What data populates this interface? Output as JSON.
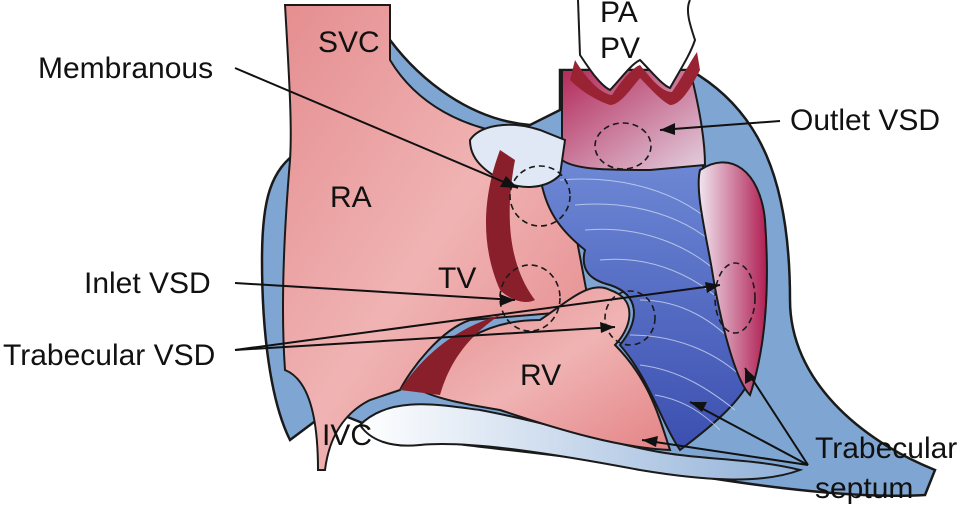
{
  "structures": {
    "svc": "SVC",
    "pa": "PA",
    "pv": "PV",
    "ra": "RA",
    "tv": "TV",
    "rv": "RV",
    "ivc": "IVC"
  },
  "callouts": {
    "membranous": "Membranous",
    "outlet_vsd": "Outlet VSD",
    "inlet_vsd": "Inlet VSD",
    "trabecular_vsd": "Trabecular VSD",
    "trabecular_septum_line1": "Trabecular",
    "trabecular_septum_line2": "septum"
  },
  "colors": {
    "atrium_pink": "#e9a0a0",
    "wall_blue": "#7fa6d2",
    "septum_blue": "#4f68c0",
    "outlet_magenta": "#b0305a",
    "valve_dark_red": "#8a1f2c"
  }
}
